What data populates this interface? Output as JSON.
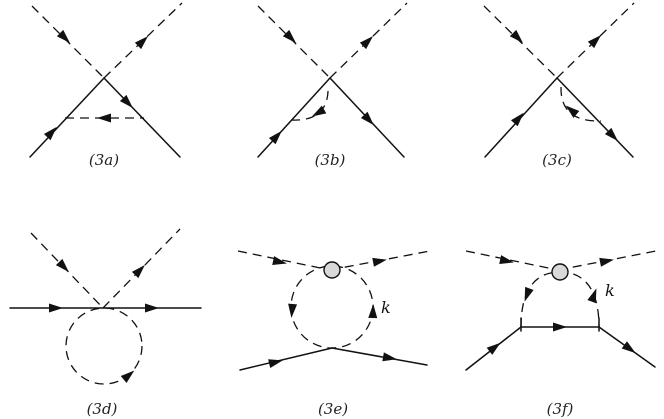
{
  "diagrams": [
    {
      "id": "3a",
      "caption": "(3a)"
    },
    {
      "id": "3b",
      "caption": "(3b)"
    },
    {
      "id": "3c",
      "caption": "(3c)"
    },
    {
      "id": "3d",
      "caption": "(3d)"
    },
    {
      "id": "3e",
      "caption": "(3e)",
      "momentum_label": "k"
    },
    {
      "id": "3f",
      "caption": "(3f)",
      "momentum_label": "k"
    }
  ],
  "colors": {
    "line": "#111111",
    "vertex_blob": "#d9d9d9",
    "background": "#ffffff"
  }
}
